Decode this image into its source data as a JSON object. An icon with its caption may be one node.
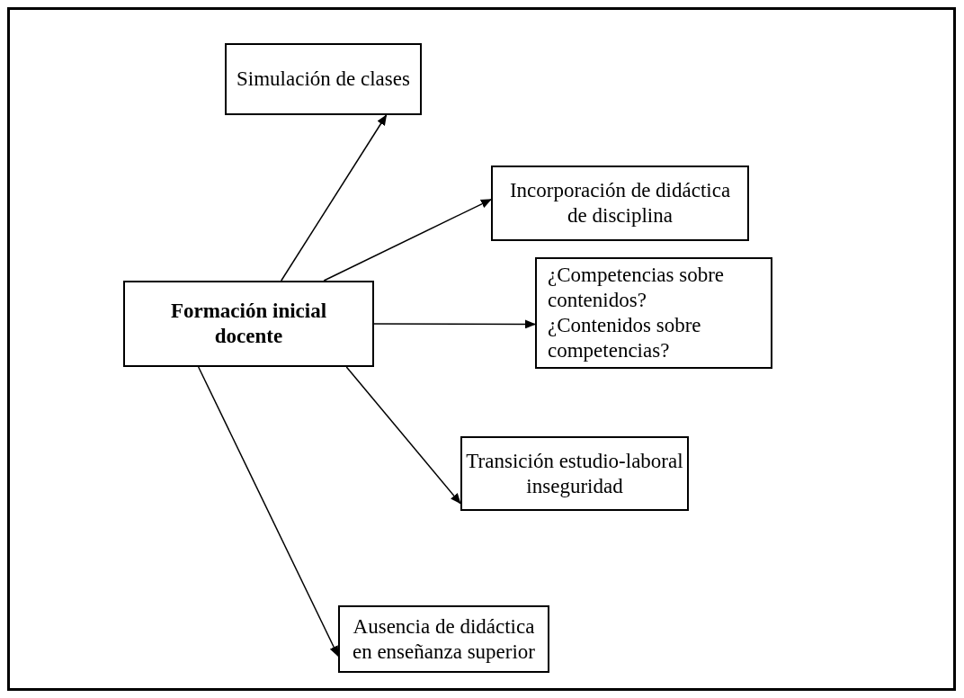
{
  "diagram": {
    "nodes": [
      {
        "text": [
          "Formación inicial docente"
        ]
      },
      {
        "text": [
          "Simulación de clases"
        ]
      },
      {
        "text": [
          "Incorporación de didáctica de disciplina"
        ]
      },
      {
        "text": [
          "¿Competencias sobre contenidos?",
          "¿Contenidos sobre competencias?"
        ]
      },
      {
        "text": [
          "Transición estudio-laboral inseguridad"
        ]
      },
      {
        "text": [
          "Ausencia de didáctica en enseñanza superior"
        ]
      }
    ],
    "edges": [
      {
        "from": 0,
        "to": 1,
        "arrow": "to"
      },
      {
        "from": 0,
        "to": 2,
        "arrow": "to"
      },
      {
        "from": 0,
        "to": 3,
        "arrow": "to"
      },
      {
        "from": 0,
        "to": 4,
        "arrow": "to"
      },
      {
        "from": 0,
        "to": 5,
        "arrow": "to"
      }
    ]
  }
}
